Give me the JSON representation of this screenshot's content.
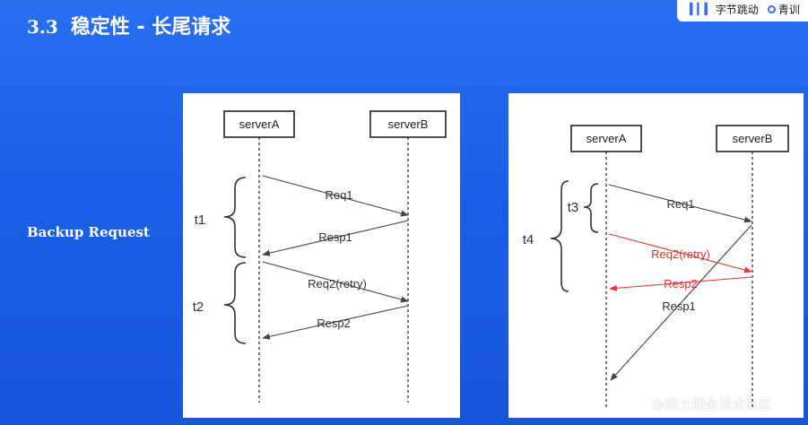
{
  "slide": {
    "section_number": "3.3",
    "title": "稳定性 -  长尾请求",
    "side_label": "Backup Request"
  },
  "logo": {
    "brand": "字节跳动",
    "camp": "青训"
  },
  "diagram_left": {
    "nodes": [
      "serverA",
      "serverB"
    ],
    "messages": [
      {
        "label": "Req1",
        "from": "serverA",
        "to": "serverB"
      },
      {
        "label": "Resp1",
        "from": "serverB",
        "to": "serverA"
      },
      {
        "label": "Req2(retry)",
        "from": "serverA",
        "to": "serverB"
      },
      {
        "label": "Resp2",
        "from": "serverB",
        "to": "serverA"
      }
    ],
    "intervals": [
      "t1",
      "t2"
    ]
  },
  "diagram_right": {
    "nodes": [
      "serverA",
      "serverB"
    ],
    "messages": [
      {
        "label": "Req1",
        "from": "serverA",
        "to": "serverB",
        "color": "#444444"
      },
      {
        "label": "Req2(retry)",
        "from": "serverA",
        "to": "serverB",
        "color": "#e8322f"
      },
      {
        "label": "Resp2",
        "from": "serverB",
        "to": "serverA",
        "color": "#e8322f"
      },
      {
        "label": "Resp1",
        "from": "serverB",
        "to": "serverA",
        "color": "#444444"
      }
    ],
    "intervals": [
      "t3",
      "t4"
    ]
  },
  "watermark": "@稀土掘金技术社区",
  "colors": {
    "background": "#1f63e8",
    "retry_path": "#e8322f",
    "brand_accent": "#3370ff"
  }
}
